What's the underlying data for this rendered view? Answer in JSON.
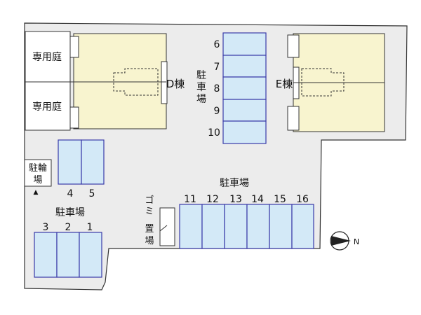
{
  "colors": {
    "site": "#ececec",
    "building": "#f8f4cf",
    "parking": "#d3e9f7",
    "parking_border": "#3a3aa8",
    "outline": "#333333",
    "garden": "#ffffff"
  },
  "labels": {
    "garden_top": "専用庭",
    "garden_bottom": "専用庭",
    "building_d": "D棟",
    "building_e": "E棟",
    "bicycle": [
      "駐輪",
      "場"
    ],
    "bicycle_arrow": "▲",
    "parking_title_lower": "駐車場",
    "parking_title_left": "駐車場",
    "parking_title_center": [
      "駐",
      "車",
      "場"
    ],
    "garbage": [
      "ゴ",
      "ミ",
      "置",
      "場"
    ],
    "compass": "N"
  },
  "parking": {
    "center_column": [
      "6",
      "7",
      "8",
      "9",
      "10"
    ],
    "pair_45": [
      "4",
      "5"
    ],
    "left_row": [
      "3",
      "2",
      "1"
    ],
    "bottom_row": [
      "11",
      "12",
      "13",
      "14",
      "15",
      "16"
    ]
  }
}
